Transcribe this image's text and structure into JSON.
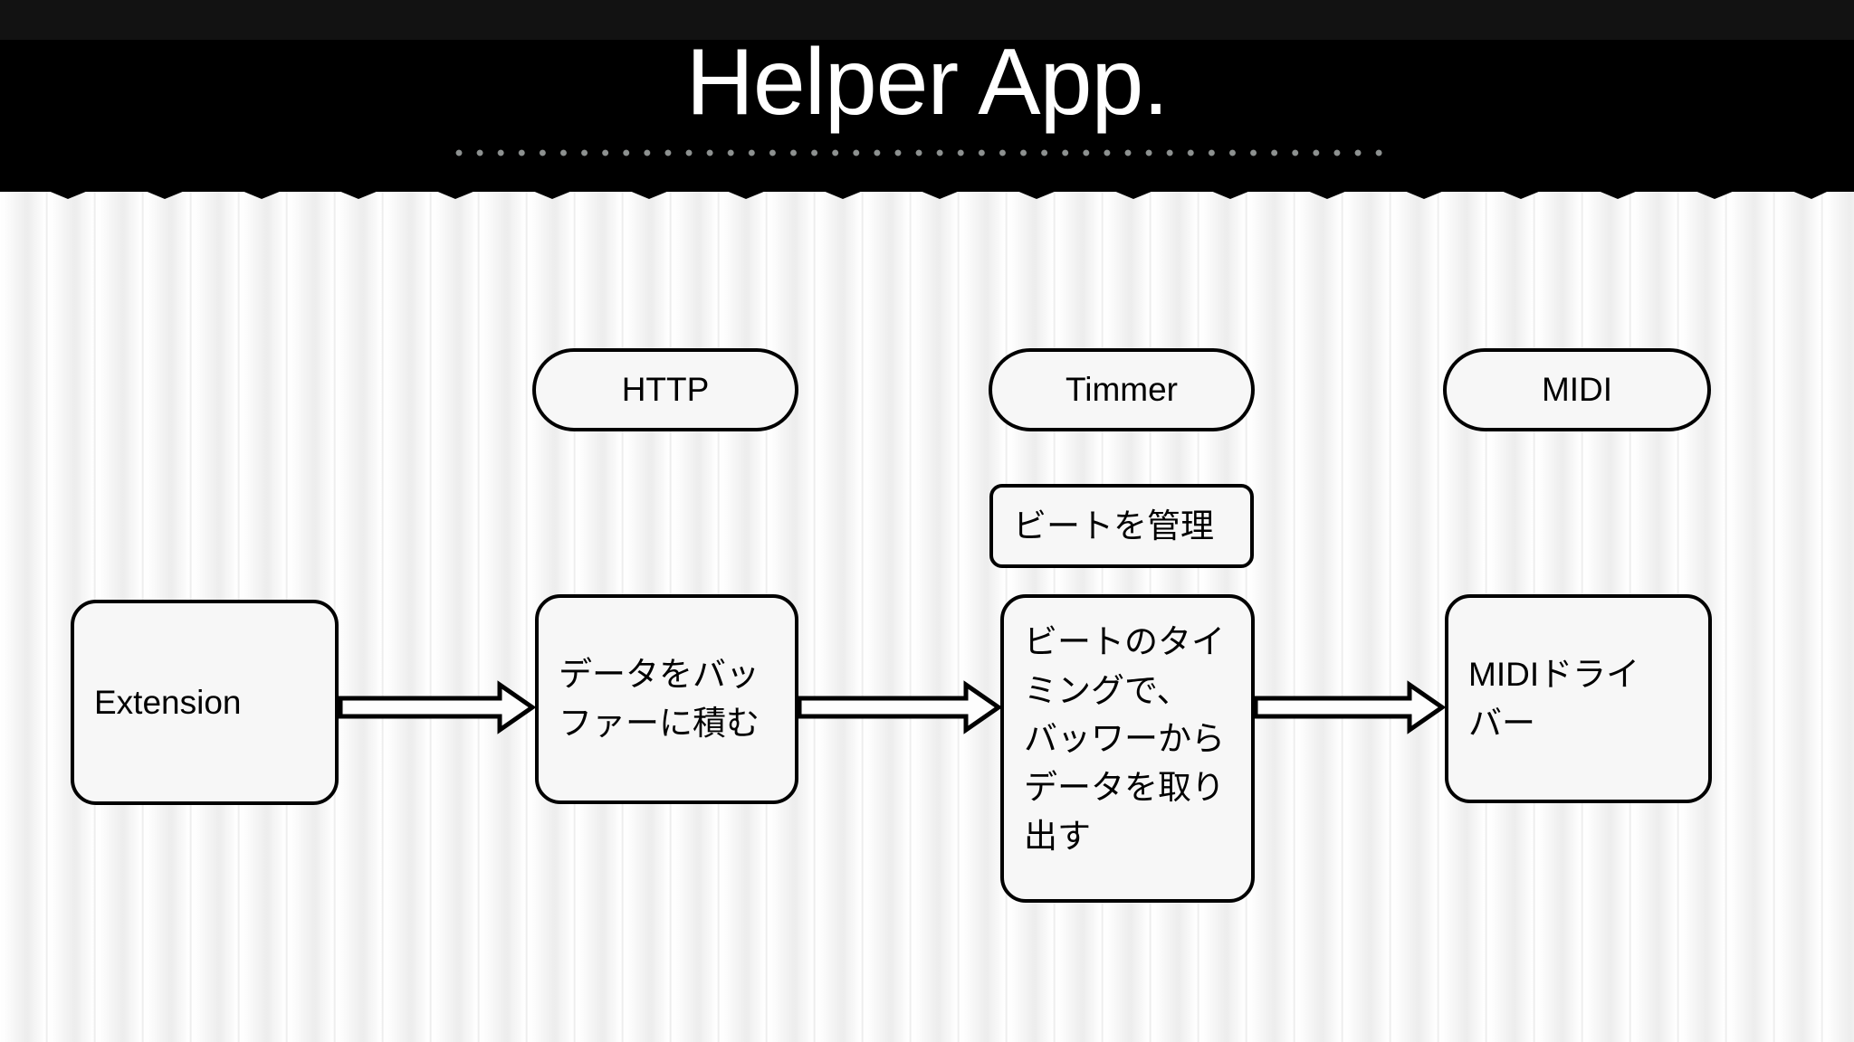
{
  "slide": {
    "title": "Helper App.",
    "background_color": "#fbfbfb",
    "header_color": "#000000",
    "title_color": "#ffffff",
    "dot_color": "#8d9190"
  },
  "flowchart": {
    "nodes": [
      {
        "id": "extension",
        "label": "Extension",
        "shape": "rounded-rect"
      },
      {
        "id": "http",
        "label": "HTTP",
        "shape": "pill"
      },
      {
        "id": "buffer",
        "label": "データをバッ\nファーに積む",
        "shape": "rounded-rect"
      },
      {
        "id": "timmer",
        "label": "Timmer",
        "shape": "pill"
      },
      {
        "id": "beat-manage",
        "label": "ビートを管理",
        "shape": "rounded-rect"
      },
      {
        "id": "beat-timing",
        "label": "ビートのタイ\nミングで、\nバッワーから\nデータを取り\n出す",
        "shape": "rounded-rect"
      },
      {
        "id": "midi",
        "label": "MIDI",
        "shape": "pill"
      },
      {
        "id": "midi-driver",
        "label": "MIDIドライ\nバー",
        "shape": "rounded-rect"
      }
    ],
    "arrows": [
      {
        "id": "arrow-1",
        "from": "extension",
        "to": "buffer",
        "direction": "right"
      },
      {
        "id": "arrow-2",
        "from": "buffer",
        "to": "beat-timing",
        "direction": "right"
      },
      {
        "id": "arrow-3",
        "from": "beat-timing",
        "to": "midi-driver",
        "direction": "right"
      }
    ]
  }
}
